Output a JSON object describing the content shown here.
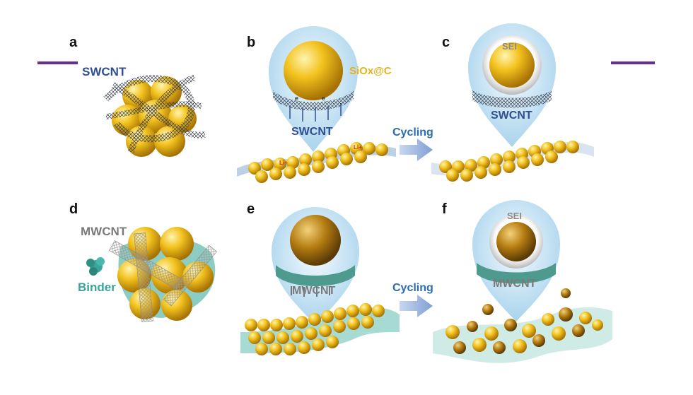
{
  "panels": {
    "a": {
      "letter": "a",
      "label": "SWCNT"
    },
    "b": {
      "letter": "b",
      "material": "SiOx@C",
      "nanotube": "SWCNT",
      "electron": "e",
      "ion": "Li+"
    },
    "c": {
      "letter": "c",
      "shell": "SEI",
      "nanotube": "SWCNT"
    },
    "d": {
      "letter": "d",
      "label": "MWCNT",
      "binder": "Binder"
    },
    "e": {
      "letter": "e",
      "nanotube": "MWCNT"
    },
    "f": {
      "letter": "f",
      "shell": "SEI",
      "nanotube": "MWCNT"
    }
  },
  "arrows": {
    "top": "Cycling",
    "bottom": "Cycling"
  },
  "colors": {
    "swcnt": "#2f4f8f",
    "sioxc": "#e8b21a",
    "binder": "#3aa59a",
    "mwcnt": "#7a7a7a",
    "cycling": "#2b6cb0",
    "rule": "#6a2c91"
  }
}
